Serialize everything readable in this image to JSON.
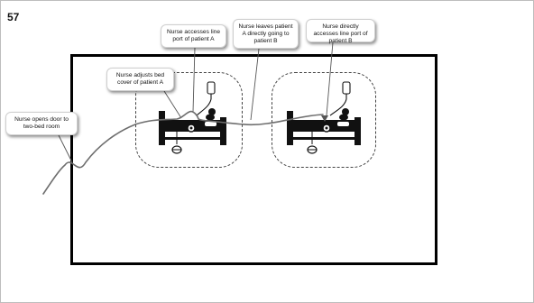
{
  "slide_number": "57",
  "callouts": {
    "door": "Nurse opens door to two-bed room",
    "bed_cover": "Nurse adjusts bed cover of patient A",
    "line_port_a": "Nurse accesses line port of patient A",
    "leaves_patient": "Nurse leaves patient A directly going to patient B",
    "line_port_b": "Nurse directly accesses line port of patient B"
  },
  "icons": [
    "bed-icon",
    "iv-bag-icon",
    "line-port-icon",
    "patient-icon"
  ]
}
